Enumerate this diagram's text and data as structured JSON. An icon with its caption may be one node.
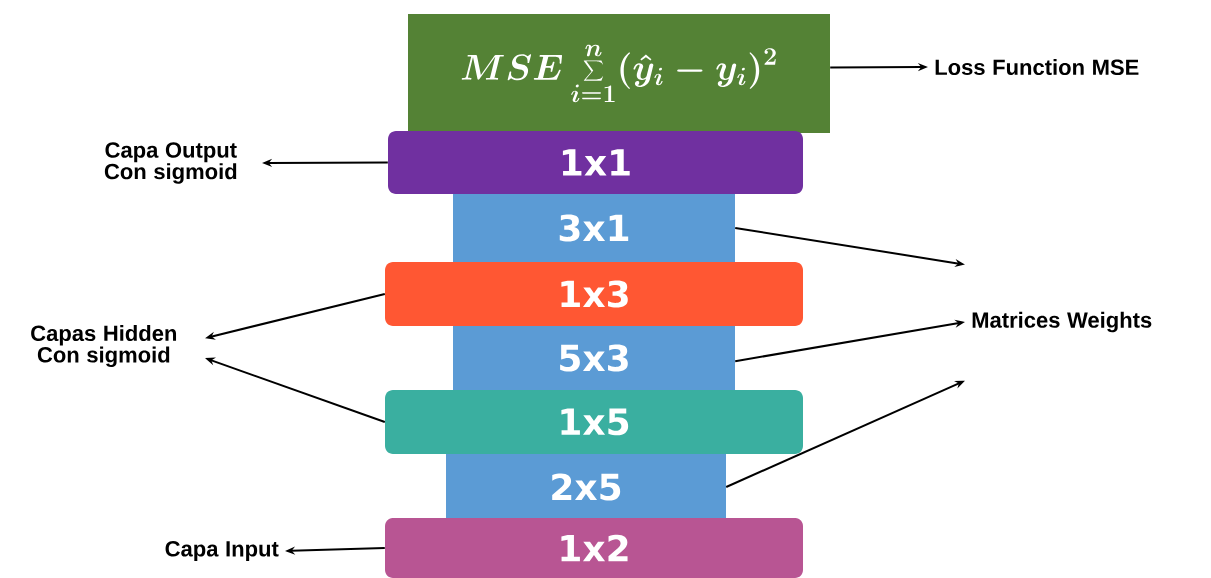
{
  "diagram": {
    "nodes": [
      {
        "text": [
          "MSE \\sum_{i=1}^{n} (\\hat{y}_i - y_i)^2"
        ]
      },
      {
        "text": [
          "1x1"
        ]
      },
      {
        "text": [
          "3x1"
        ]
      },
      {
        "text": [
          "1x3"
        ]
      },
      {
        "text": [
          "5x3"
        ]
      },
      {
        "text": [
          "1x5"
        ]
      },
      {
        "text": [
          "2x5"
        ]
      },
      {
        "text": [
          "1x2"
        ]
      },
      {
        "text": [
          "Loss Function MSE"
        ]
      },
      {
        "text": [
          "Capa Output Con sigmoid"
        ]
      },
      {
        "text": [
          "Capas Hidden Con sigmoid"
        ]
      },
      {
        "text": [
          "Matrices Weights"
        ]
      },
      {
        "text": [
          "Capa Input"
        ]
      }
    ],
    "edges": [
      {
        "from": 0,
        "to": 8,
        "arrow": "to"
      },
      {
        "from": 1,
        "to": 9,
        "arrow": "to"
      },
      {
        "from": 2,
        "to": 11,
        "arrow": "to"
      },
      {
        "from": 4,
        "to": 11,
        "arrow": "to"
      },
      {
        "from": 6,
        "to": 11,
        "arrow": "to"
      },
      {
        "from": 3,
        "to": 10,
        "arrow": "to"
      },
      {
        "from": 5,
        "to": 10,
        "arrow": "to"
      },
      {
        "from": 7,
        "to": 12,
        "arrow": "to"
      }
    ]
  }
}
